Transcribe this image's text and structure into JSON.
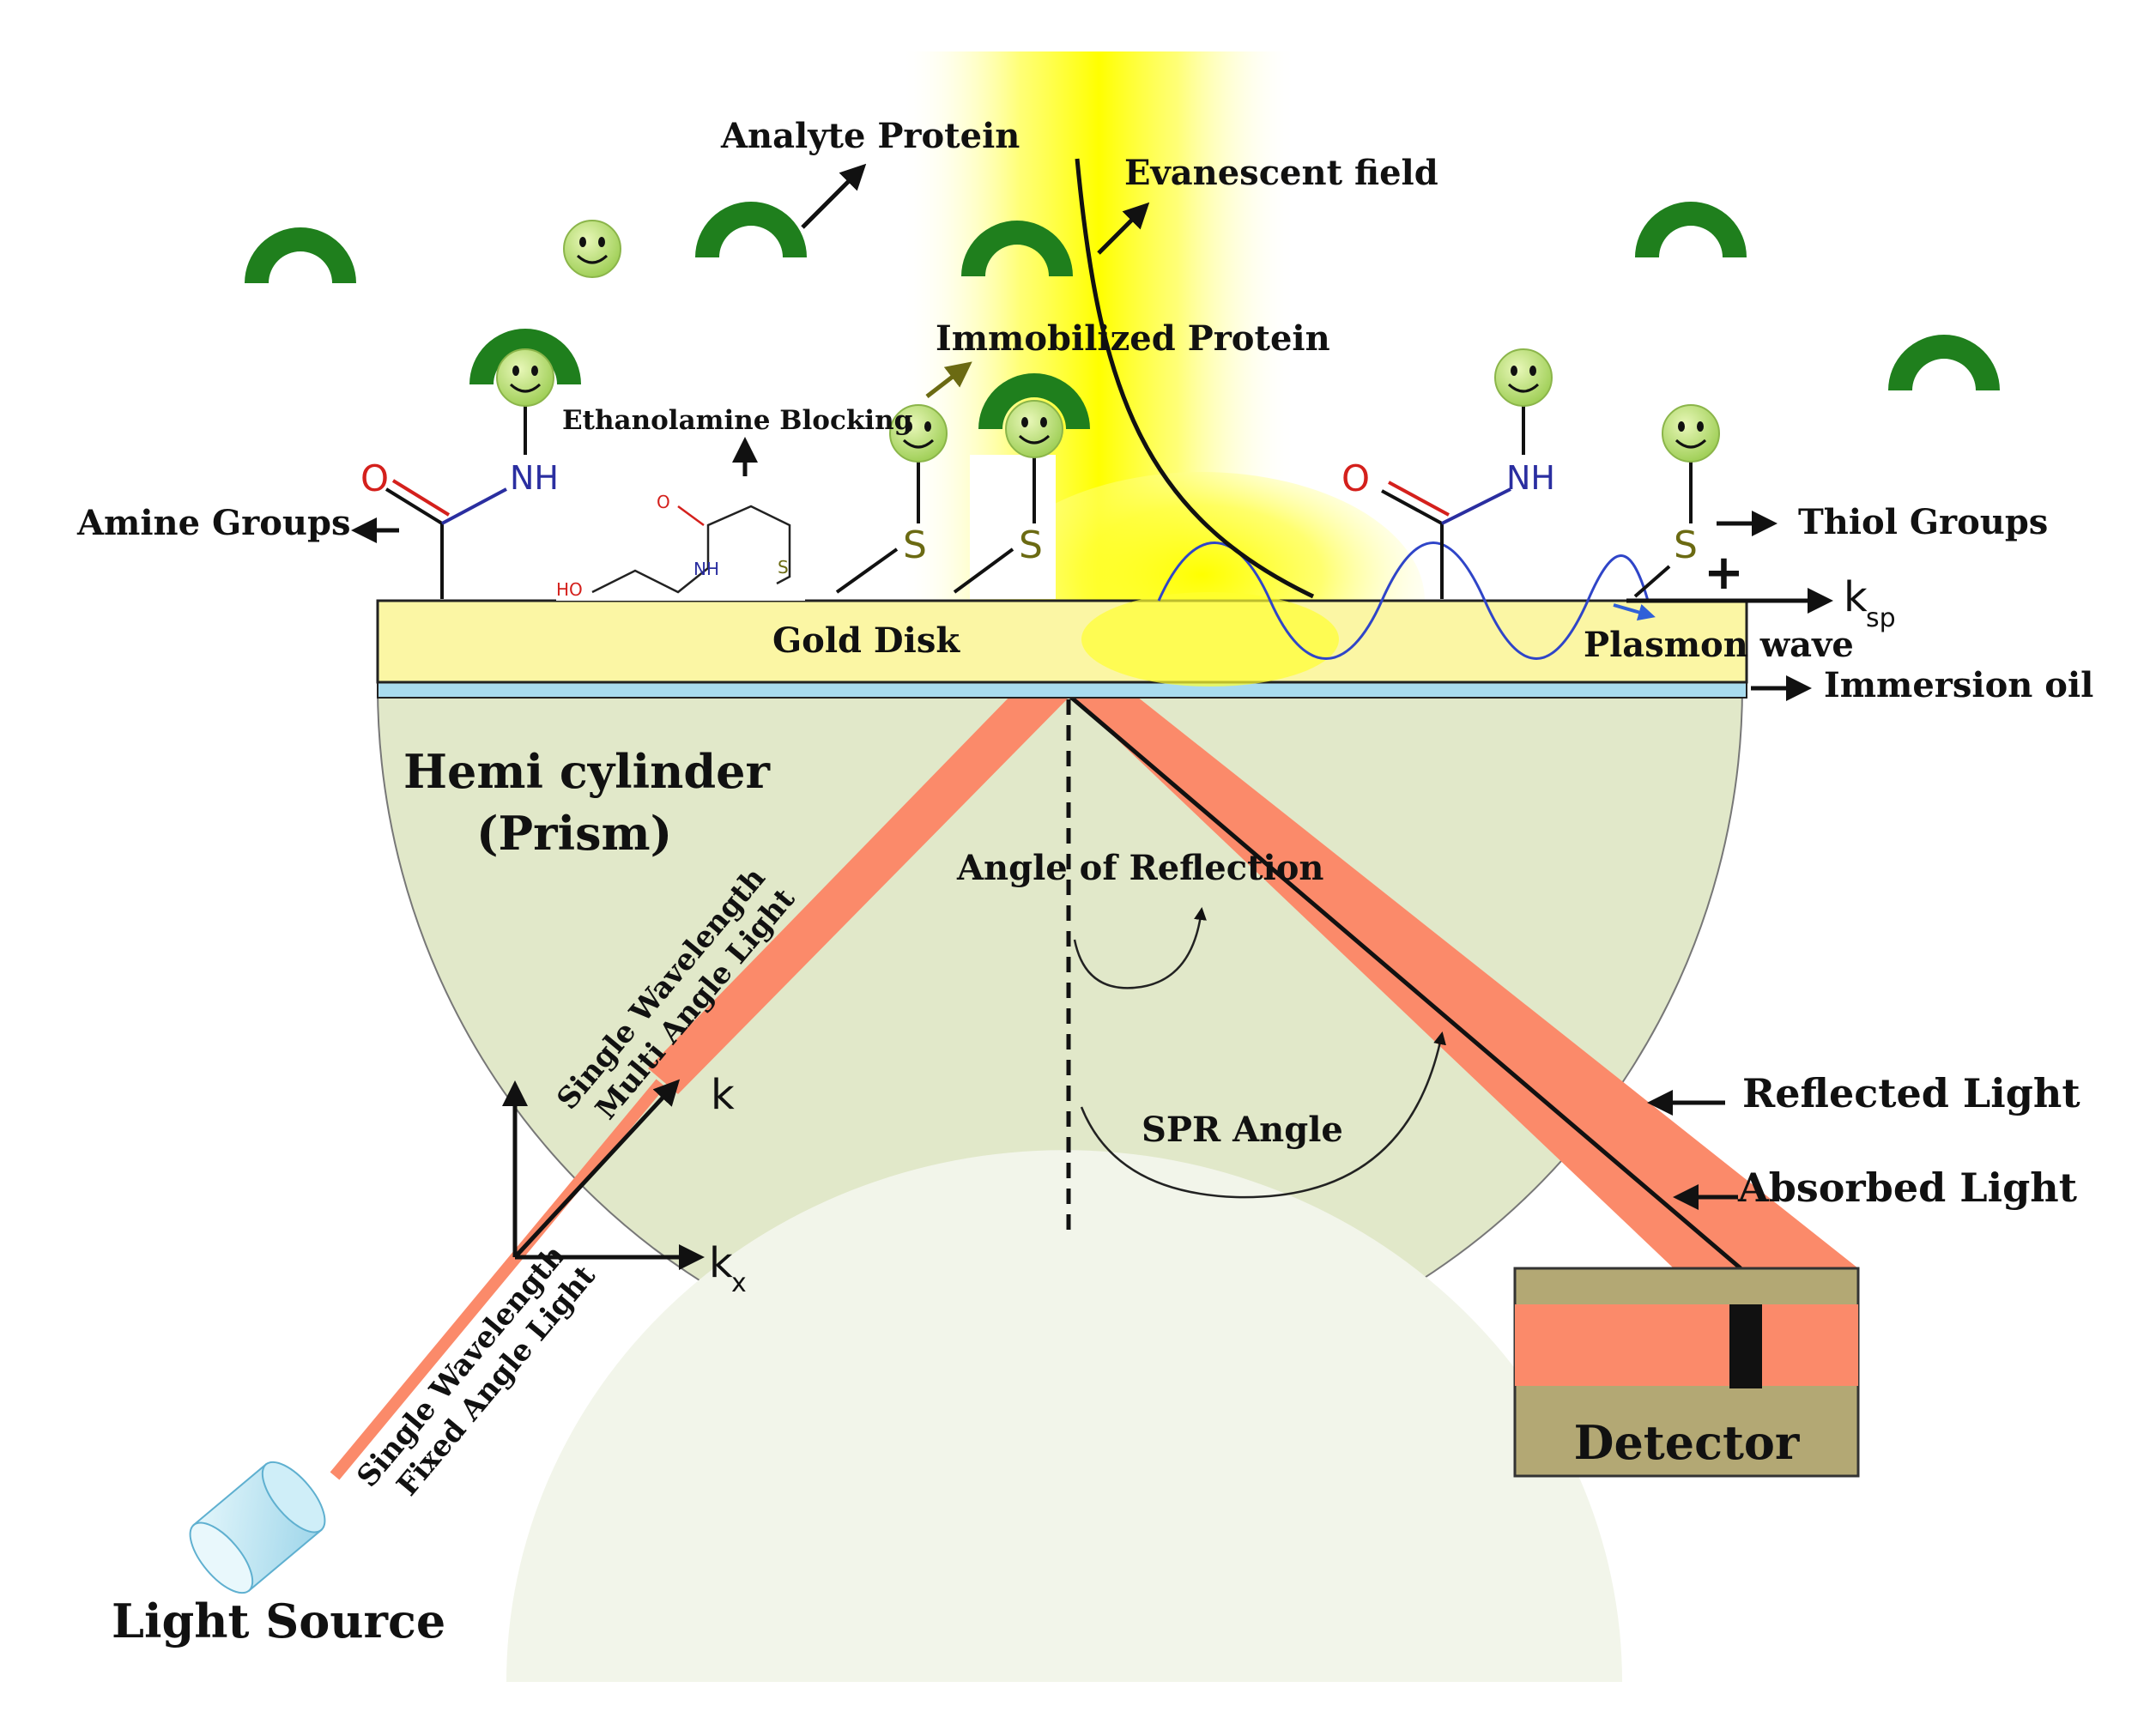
{
  "diagram": {
    "labels": {
      "analyte_protein": "Analyte Protein",
      "evanescent_field": "Evanescent field",
      "immobilized_protein": "Immobilized Protein",
      "ethanolamine_blocking": "Ethanolamine Blocking",
      "amine_groups": "Amine Groups",
      "thiol_groups": "Thiol Groups",
      "gold_disk": "Gold Disk",
      "plasmon_wave": "Plasmon wave",
      "immersion_oil": "Immersion oil",
      "k_sp": "k",
      "k_sp_sub": "sp",
      "hemi_cylinder_line1": "Hemi cylinder",
      "hemi_cylinder_line2": "(Prism)",
      "angle_of_reflection": "Angle of Reflection",
      "spr_angle": "SPR Angle",
      "multi_line1": "Single Wavelength",
      "multi_line2": "Multi Angle Light",
      "fixed_line1": "Single Wavelength",
      "fixed_line2": "Fixed Angle Light",
      "k": "k",
      "k_x": "k",
      "k_x_sub": "x",
      "reflected_light": "Reflected Light",
      "absorbed_light": "Absorbed Light",
      "detector": "Detector",
      "light_source": "Light Source"
    },
    "chem": {
      "oxygen": "O",
      "nh": "NH",
      "sulfur": "S",
      "ho": "HO",
      "plus": "+"
    },
    "colors": {
      "gold_disk": "#fbf6a4",
      "prism": "#e1e8c9",
      "light_beam": "#fb8a6a",
      "protein": "#1f7f1d",
      "smiley": "#b5df6e",
      "oil_layer": "#a9dcef",
      "detector_body": "#b3a874",
      "evanescent_glow": "#ffff00",
      "plasmon_wave": "#2f45c8",
      "oxygen": "#d4201c",
      "nitrogen": "#2a2ea0",
      "sulfur": "#6b6a12"
    }
  }
}
